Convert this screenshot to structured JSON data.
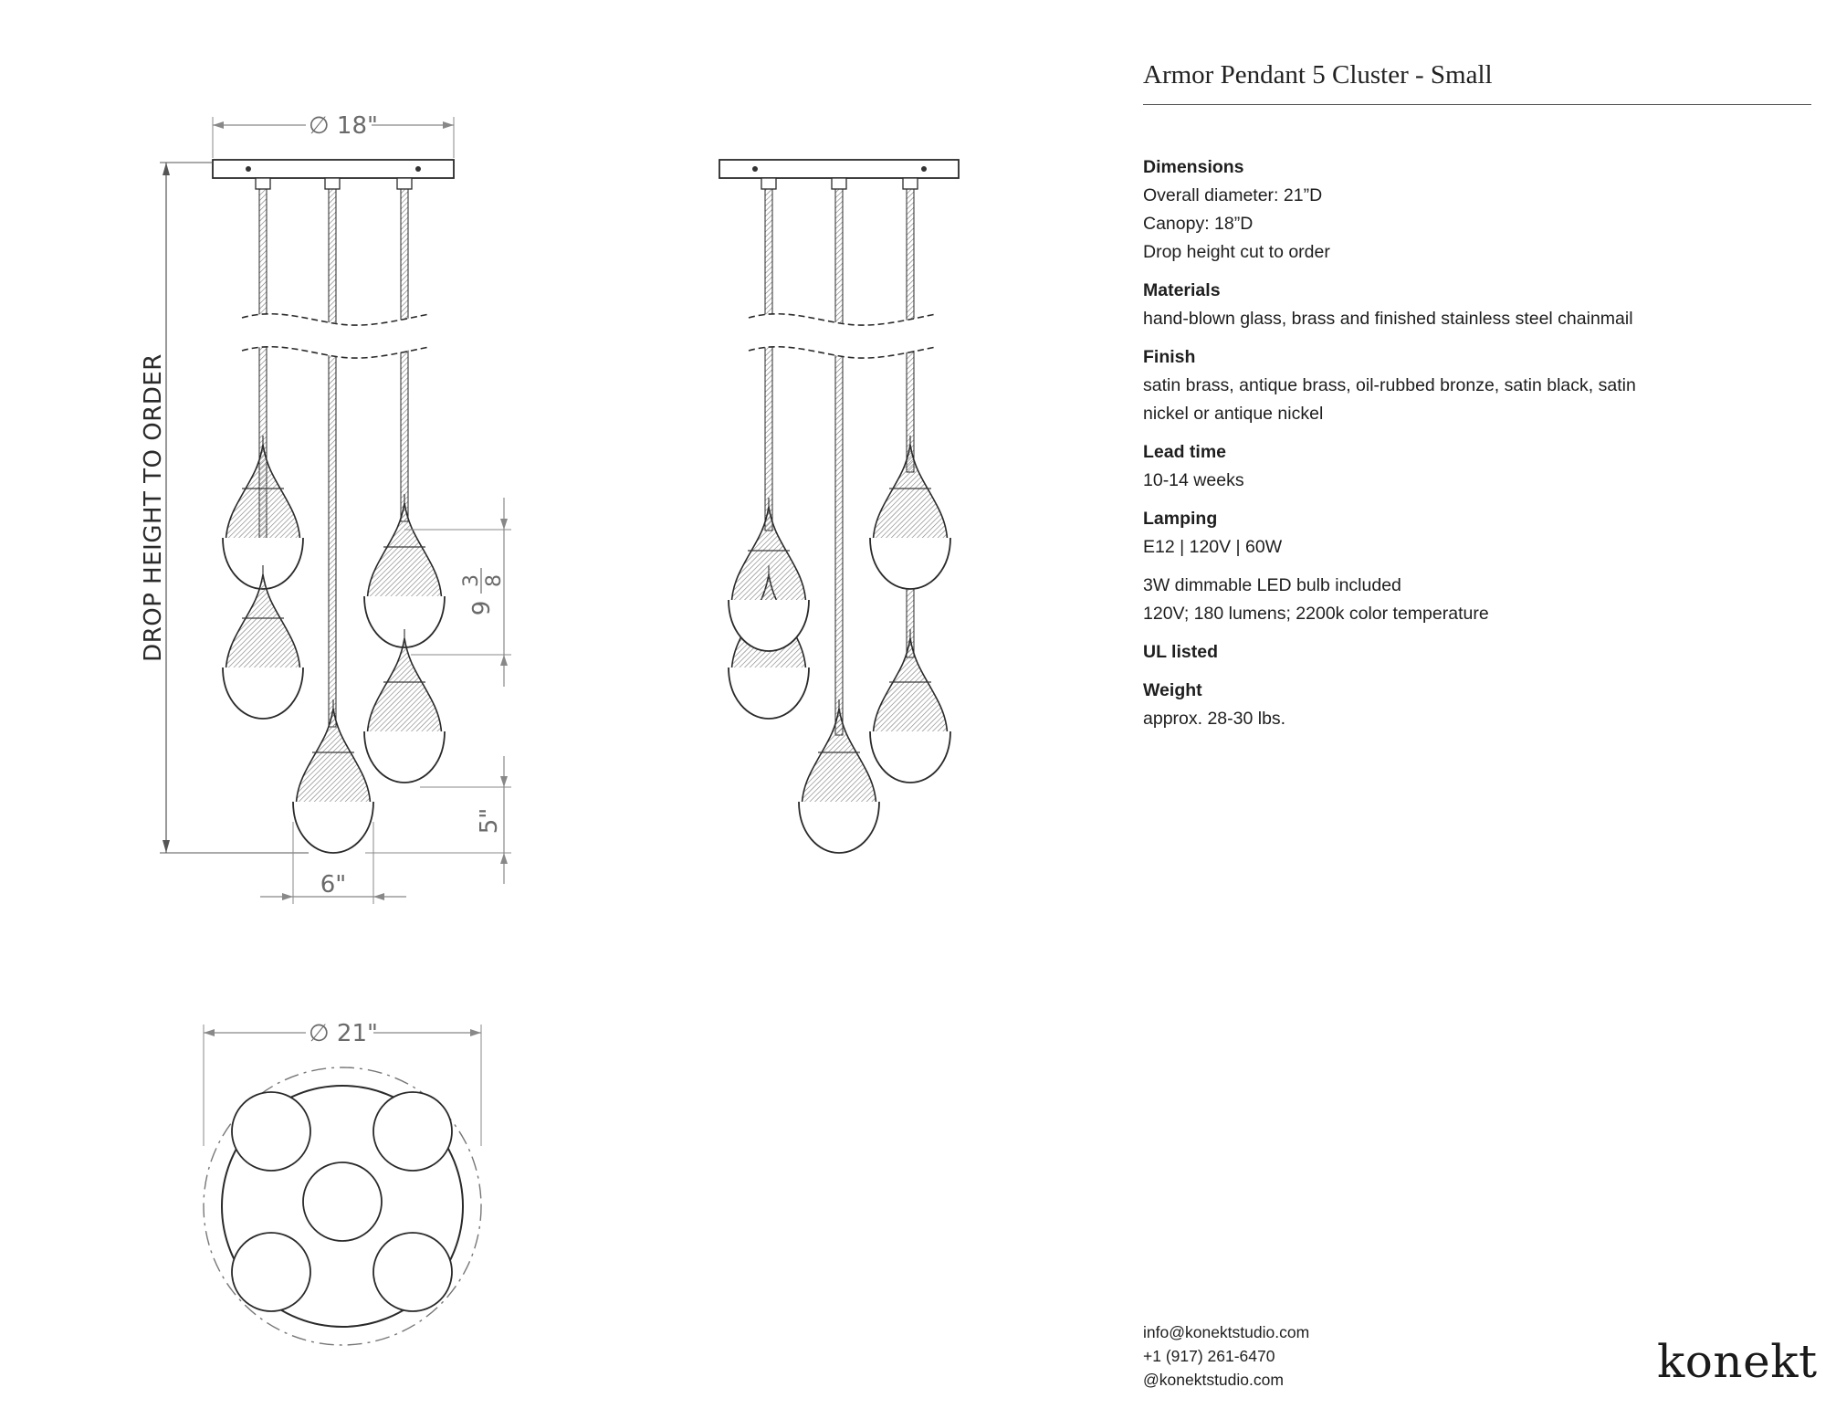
{
  "product": {
    "title": "Armor Pendant 5 Cluster - Small"
  },
  "specs": {
    "dimensions": {
      "label": "Dimensions",
      "lines": [
        "Overall diameter: 21”D",
        "Canopy: 18”D",
        "Drop height cut to order"
      ]
    },
    "materials": {
      "label": "Materials",
      "lines": [
        "hand-blown glass, brass and finished stainless steel chainmail"
      ]
    },
    "finish": {
      "label": "Finish",
      "lines": [
        "satin brass, antique brass, oil-rubbed bronze, satin black, satin",
        "nickel or antique nickel"
      ]
    },
    "lead_time": {
      "label": "Lead time",
      "lines": [
        "10-14 weeks"
      ]
    },
    "lamping": {
      "label": "Lamping",
      "lines": [
        "E12 | 120V | 60W"
      ]
    },
    "bulb": {
      "lines": [
        "3W dimmable LED bulb included",
        "120V; 180 lumens; 2200k color temperature"
      ]
    },
    "ul": {
      "label": "UL listed"
    },
    "weight": {
      "label": "Weight",
      "lines": [
        "approx. 28-30 lbs."
      ]
    }
  },
  "drawing": {
    "canopy_diameter": "∅ 18\"",
    "drop_height_label": "DROP HEIGHT TO ORDER",
    "pendant_spacing": "9 3/8\"",
    "pendant_spacing_whole": "9",
    "pendant_spacing_num": "3",
    "pendant_spacing_den": "8",
    "pendant_height": "5\"",
    "pendant_width": "6\"",
    "overall_diameter": "∅ 21\""
  },
  "contact": {
    "email": "info@konektstudio.com",
    "phone": "+1 (917) 261-6470",
    "social": "@konektstudio.com"
  },
  "brand": {
    "logo": "konekt"
  }
}
